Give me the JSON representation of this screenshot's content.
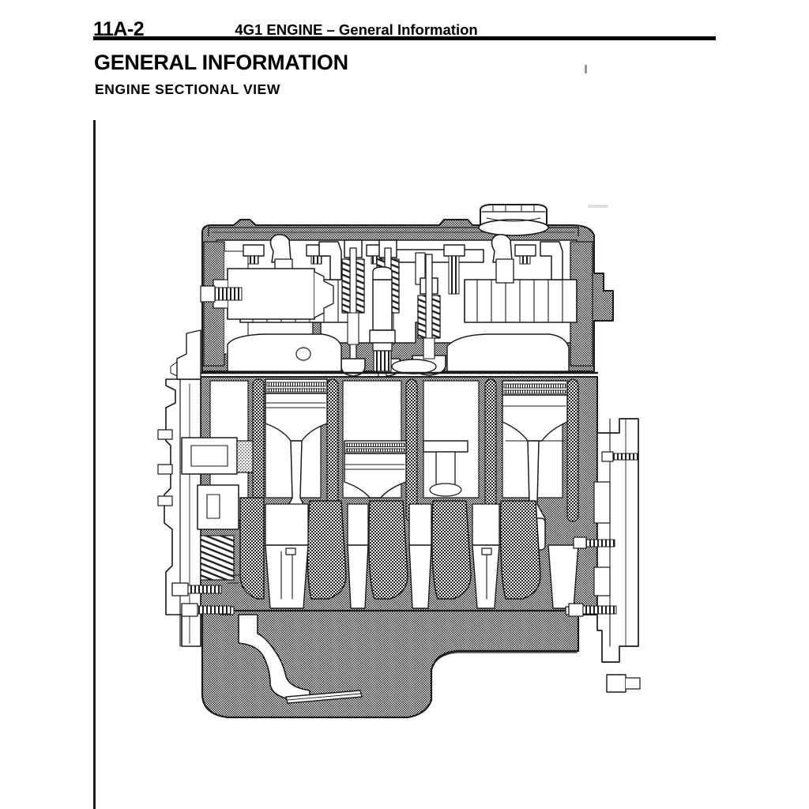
{
  "page": {
    "folio": "11A-2",
    "running_head": "4G1 ENGINE – General Information",
    "section_heading": "GENERAL INFORMATION",
    "sub_heading": "ENGINE  SECTIONAL  VIEW",
    "background_color": "#ffffff",
    "ink_color": "#000000"
  },
  "figure": {
    "caption": "",
    "kind": "engine-cross-section-line-drawing",
    "description": "Cutaway sectional view of an inline four-cylinder SOHC 4G1 petrol engine",
    "colors": {
      "outline": "#1a1a1a",
      "hatch_gray": "#8a8a8a",
      "dark_fill": "#2b2b2b",
      "light_fill": "#ffffff"
    },
    "components": [
      "oil-filler-cap",
      "rocker-cover",
      "camshaft",
      "rocker-arms",
      "valve-springs",
      "intake-valve",
      "exhaust-valve",
      "spark-plug",
      "cylinder-head",
      "cylinder-block",
      "piston",
      "piston-rings",
      "connecting-rod",
      "crankshaft",
      "crankshaft-counterweight",
      "main-bearing-cap",
      "oil-pan",
      "oil-pump-pickup",
      "timing-belt-sprocket",
      "front-cover",
      "flywheel-housing-flange",
      "water-pump"
    ]
  }
}
